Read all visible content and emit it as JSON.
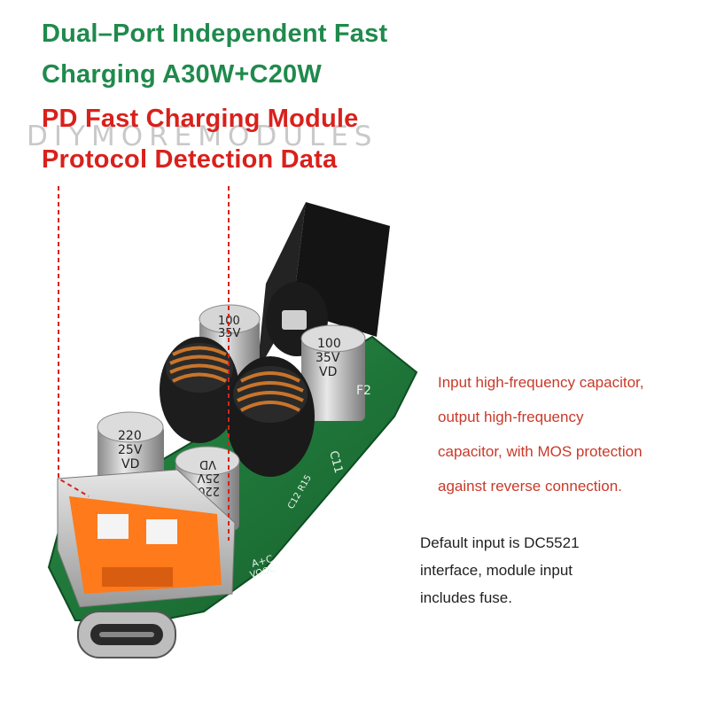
{
  "headline": {
    "line1": "Dual–Port Independent Fast",
    "line2": "Charging A30W+C20W",
    "line3": "PD Fast Charging Module",
    "line4": "Protocol Detection Data"
  },
  "watermark": {
    "text": "DIYMOREMODULES"
  },
  "note_red": {
    "line1": "Input high-frequency capacitor,",
    "line2": "output high-frequency",
    "line3": "capacitor, with MOS protection",
    "line4": "against reverse connection."
  },
  "note_black": {
    "line1": "Default input is DC5521",
    "line2": "interface, module input",
    "line3": "includes fuse."
  },
  "board_marks": {
    "cap_small_top_value": "100",
    "cap_small_top_volt": "35V",
    "cap_right_value": "100",
    "cap_right_volt": "35V",
    "cap_right_vd": "VD",
    "cap_left_value": "220",
    "cap_left_volt": "25V",
    "cap_left_vd": "VD",
    "cap_front_value": "220",
    "cap_front_volt": "25V",
    "cap_front_vd": "VD",
    "silk_f2": "F2",
    "silk_c11": "C11",
    "silk_c12": "C12 R15",
    "silk_ac": "A+C",
    "silk_vooc": "VOOC"
  },
  "colors": {
    "title_green": "#1f8a4c",
    "title_red": "#d9211c",
    "pcb_green": "#1e7a3a",
    "usb_orange": "#ff7a1a"
  }
}
